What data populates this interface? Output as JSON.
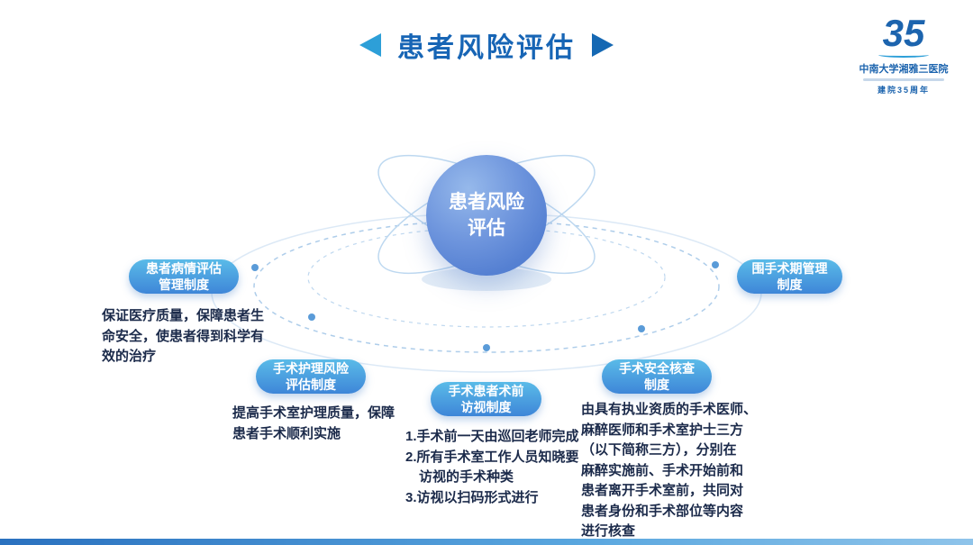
{
  "title": "患者风险评估",
  "logo": {
    "number": "35",
    "hospital": "中南大学湘雅三医院",
    "anniversary": "建院35周年"
  },
  "center": {
    "label": "患者风险\n评估"
  },
  "nodes": [
    {
      "id": "patient-condition-assessment",
      "label": "患者病情评估\n管理制度",
      "desc": "保证医疗质量，保障患者生\n命安全，使患者得到科学有\n效的治疗"
    },
    {
      "id": "surgical-nursing-risk",
      "label": "手术护理风险\n评估制度",
      "desc": "提高手术室护理质量，保障\n患者手术顺利实施"
    },
    {
      "id": "preoperative-visit",
      "label": "手术患者术前\n访视制度",
      "desc": "1.手术前一天由巡回老师完成\n2.所有手术室工作人员知晓要\n　访视的手术种类\n3.访视以扫码形式进行"
    },
    {
      "id": "surgical-safety-check",
      "label": "手术安全核查\n制度",
      "desc": "由具有执业资质的手术医师、\n麻醉医师和手术室护士三方\n（以下简称三方），分别在\n麻醉实施前、手术开始前和\n患者离开手术室前，共同对\n患者身份和手术部位等内容\n进行核查"
    },
    {
      "id": "perioperative-management",
      "label": "围手术期管理\n制度",
      "desc": ""
    }
  ],
  "colors": {
    "title_blue": "#1765B5",
    "arrow_light": "#2D9FD8",
    "arrow_dark": "#1568B3",
    "pill_gradient_top": "#5ABBE8",
    "pill_gradient_bottom": "#3E86D8",
    "sphere_blue": "#5580D2",
    "orbit_blue": "#AECDEA",
    "desc_text": "#1B2A4A"
  }
}
